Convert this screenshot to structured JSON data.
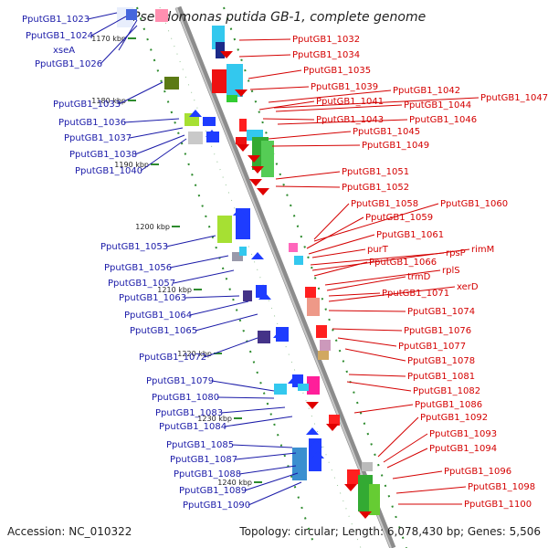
{
  "title": "Pseudomonas putida GB-1, complete genome",
  "footer": {
    "accession": "Accession: NC_010322",
    "stats": "Topology: circular; Length: 6,078,430 bp; Genes: 5,506"
  },
  "kbp_labels": [
    "1170 kbp",
    "1180 kbp",
    "1190 kbp",
    "1200 kbp",
    "1210 kbp",
    "1220 kbp",
    "1230 kbp",
    "1240 kbp"
  ],
  "left_labels": [
    "PputGB1_1023",
    "PputGB1_1024",
    "xseA",
    "PputGB1_1026",
    "PputGB1_1033",
    "PputGB1_1036",
    "PputGB1_1037",
    "PputGB1_1038",
    "PputGB1_1040",
    "PputGB1_1053",
    "PputGB1_1056",
    "PputGB1_1057",
    "PputGB1_1063",
    "PputGB1_1064",
    "PputGB1_1065",
    "PputGB1_1072",
    "PputGB1_1079",
    "PputGB1_1080",
    "PputGB1_1083",
    "PputGB1_1084",
    "PputGB1_1085",
    "PputGB1_1087",
    "PputGB1_1088",
    "PputGB1_1089",
    "PputGB1_1090"
  ],
  "right_labels": [
    "PputGB1_1032",
    "PputGB1_1034",
    "PputGB1_1035",
    "PputGB1_1039",
    "PputGB1_1042",
    "PputGB1_1047",
    "PputGB1_1041",
    "PputGB1_1044",
    "PputGB1_1043",
    "PputGB1_1046",
    "PputGB1_1045",
    "PputGB1_1049",
    "PputGB1_1051",
    "PputGB1_1052",
    "PputGB1_1058",
    "PputGB1_1060",
    "PputGB1_1059",
    "PputGB1_1061",
    "purT",
    "rpsP",
    "rimM",
    "PputGB1_1066",
    "rplS",
    "trmD",
    "PputGB1_1071",
    "xerD",
    "PputGB1_1074",
    "PputGB1_1076",
    "PputGB1_1077",
    "PputGB1_1078",
    "PputGB1_1081",
    "PputGB1_1082",
    "PputGB1_1086",
    "PputGB1_1092",
    "PputGB1_1093",
    "PputGB1_1094",
    "PputGB1_1096",
    "PputGB1_1098",
    "PputGB1_1100"
  ],
  "colors": {
    "backbone": "#8c8c8c",
    "tick_marks": "#2e8b2e",
    "left_label": "#1a1aa8",
    "right_label": "#d40000",
    "forward_arrow": "#1e3cff",
    "reverse_arrow": "#e00000"
  }
}
